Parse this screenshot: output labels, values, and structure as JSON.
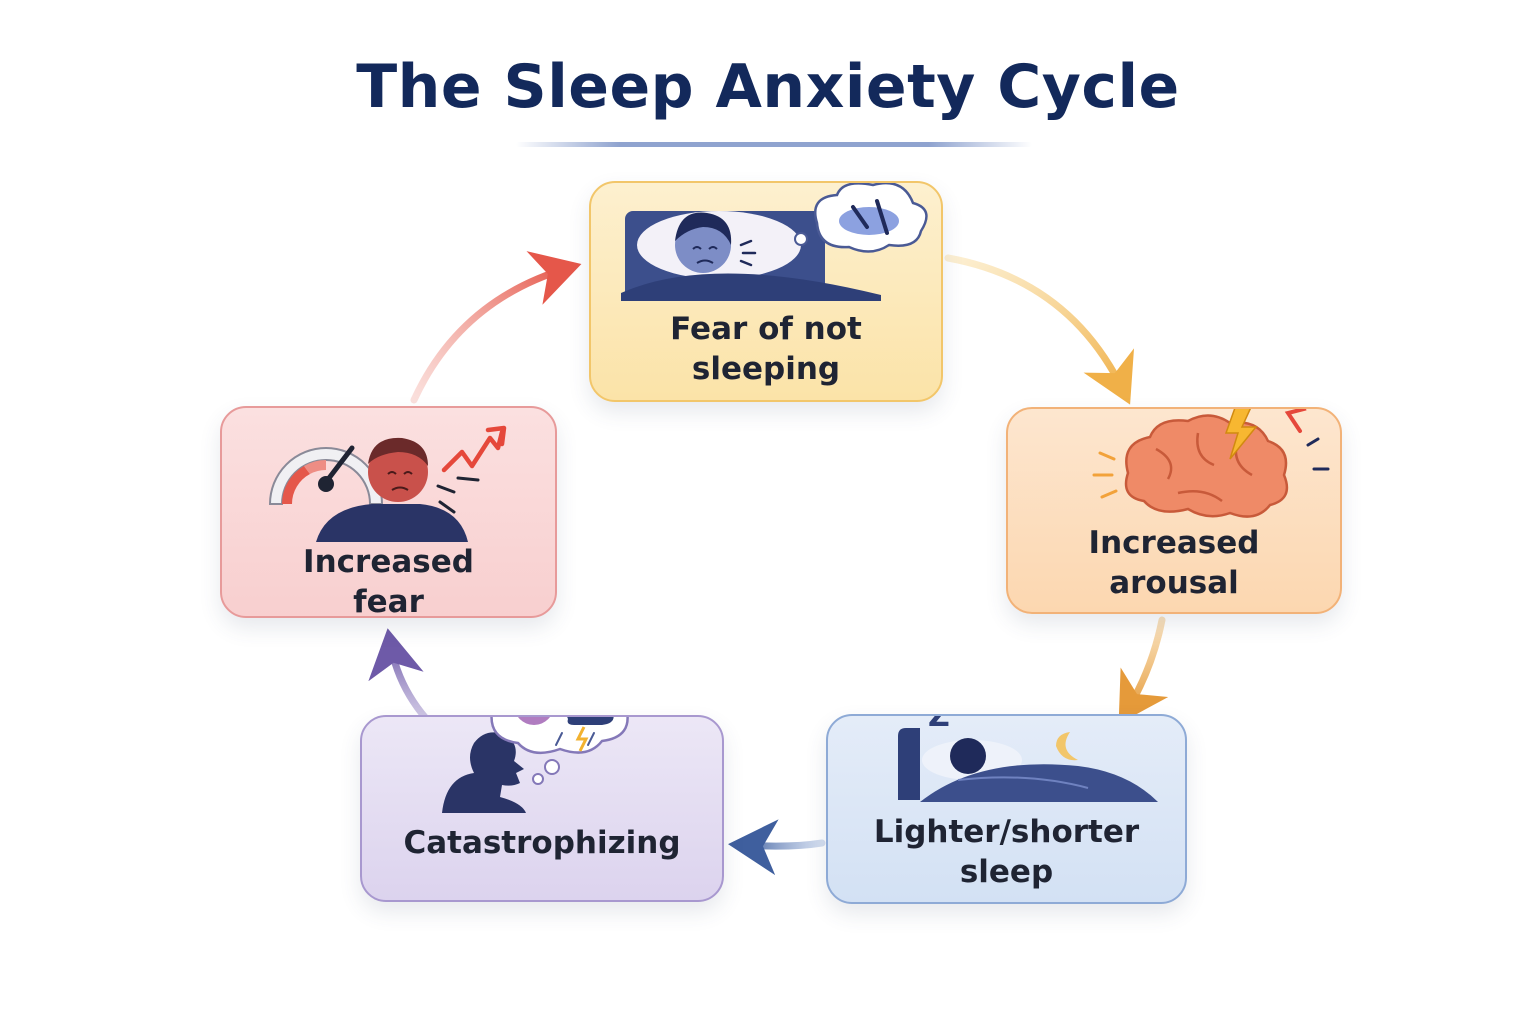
{
  "title": "The Sleep Anxiety Cycle",
  "nodes": [
    {
      "id": "fear-not-sleeping",
      "lines": [
        "Fear of not",
        "sleeping"
      ],
      "color": "#fbe3a8"
    },
    {
      "id": "increased-arousal",
      "lines": [
        "Increased",
        "arousal"
      ],
      "color": "#fcd7b0"
    },
    {
      "id": "lighter-sleep",
      "lines": [
        "Lighter/shorter",
        "sleep"
      ],
      "color": "#d3e1f4"
    },
    {
      "id": "catastrophizing",
      "lines": [
        "Catastrophizing"
      ],
      "color": "#dcd3ee"
    },
    {
      "id": "increased-fear",
      "lines": [
        "Increased",
        "fear"
      ],
      "color": "#f8cfcf"
    }
  ],
  "edges": [
    {
      "from": "fear-not-sleeping",
      "to": "increased-arousal",
      "color": "#f0b048"
    },
    {
      "from": "increased-arousal",
      "to": "lighter-sleep",
      "color": "#e59a3a"
    },
    {
      "from": "lighter-sleep",
      "to": "catastrophizing",
      "color": "#3f5f9e"
    },
    {
      "from": "catastrophizing",
      "to": "increased-fear",
      "color": "#6e5aa8"
    },
    {
      "from": "increased-fear",
      "to": "fear-not-sleeping",
      "color": "#e5574a"
    }
  ],
  "icons": {
    "fear-not-sleeping": "worried-person-in-bed-icon",
    "increased-arousal": "brain-with-lightning-icon",
    "lighter-sleep": "sleeping-person-with-clock-icon",
    "catastrophizing": "person-with-thought-cloud-icon",
    "increased-fear": "person-with-gauge-icon"
  }
}
